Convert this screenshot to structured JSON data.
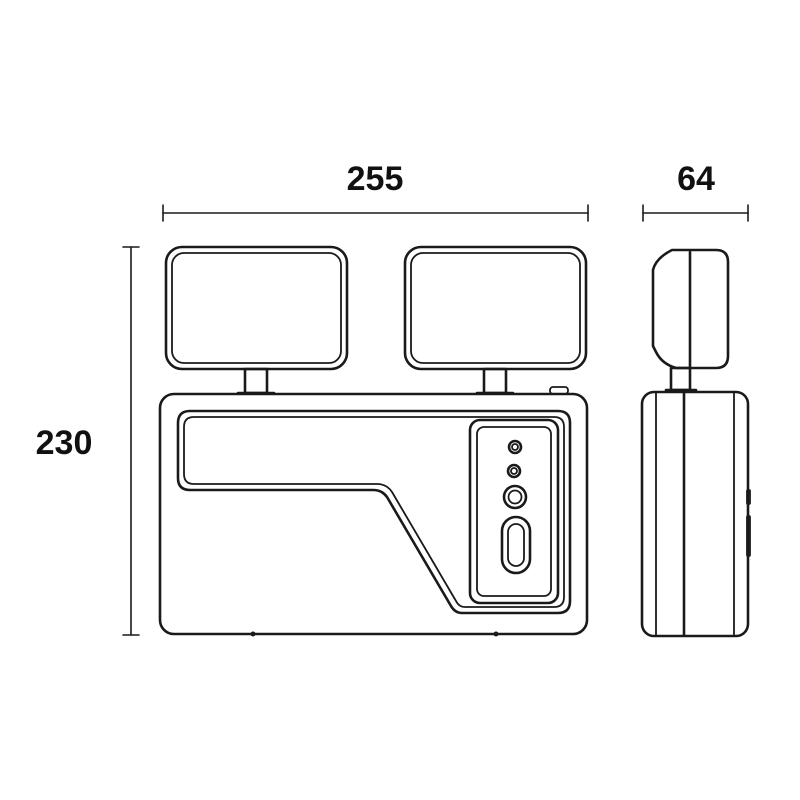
{
  "dimensions": {
    "width": "255",
    "depth": "64",
    "height": "230"
  },
  "colors": {
    "stroke": "#1a1a1a",
    "background": "#ffffff"
  }
}
